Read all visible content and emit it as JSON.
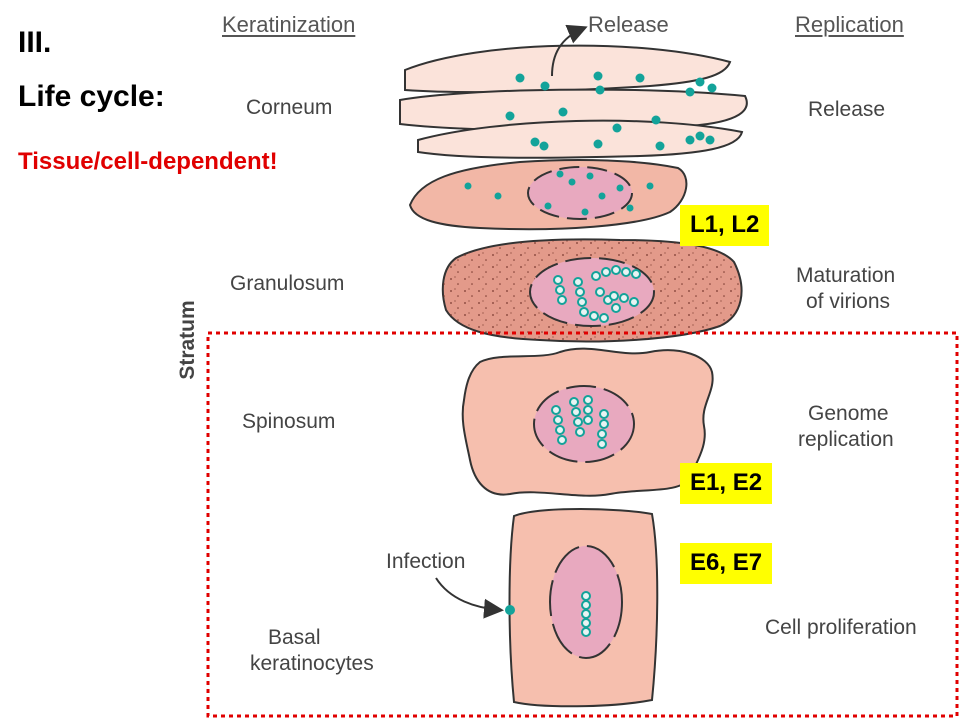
{
  "slide": {
    "section_number": "III.",
    "title": "Life cycle:",
    "subtitle": "Tissue/cell-dependent!",
    "subtitle_color": "#e00000"
  },
  "diagram": {
    "column_headers": {
      "left": "Keratinization",
      "center": "Release",
      "right": "Replication"
    },
    "stratum_label": "Stratum",
    "layers": [
      {
        "name": "Corneum",
        "event": "Release"
      },
      {
        "name": "Granulosum",
        "event_line1": "Maturation",
        "event_line2": "of virions"
      },
      {
        "name": "Spinosum",
        "event_line1": "Genome",
        "event_line2": "replication"
      },
      {
        "name_line1": "Basal",
        "name_line2": "keratinocytes",
        "event": "Cell proliferation"
      }
    ],
    "infection_label": "Infection",
    "gene_tags": [
      "L1, L2",
      "E1, E2",
      "E6, E7"
    ],
    "colors": {
      "cell_fill": "#f6bfae",
      "granulosum_fill": "#e39a8a",
      "nucleus_fill": "#e8a9bf",
      "virion": "#13a39a",
      "tag_bg": "#ffff00",
      "highlight_box": "#e00000"
    }
  }
}
